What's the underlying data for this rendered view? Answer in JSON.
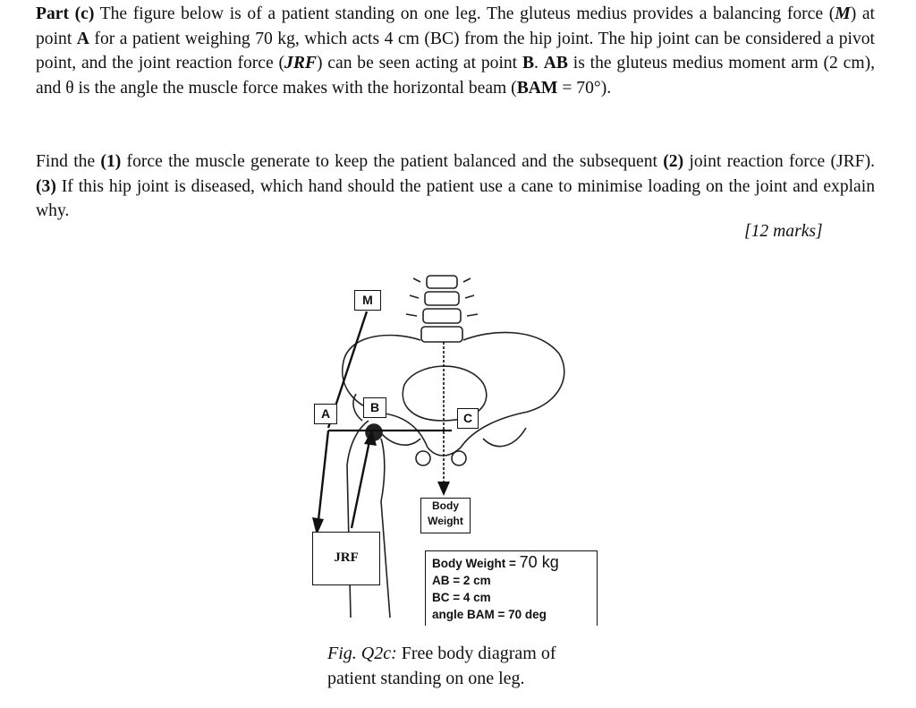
{
  "question": {
    "para1": [
      {
        "t": "Part (c)",
        "b": true
      },
      {
        "t": " The figure below is of a patient standing on one leg. The gluteus medius provides a balancing force ("
      },
      {
        "t": "M",
        "b": true,
        "i": true
      },
      {
        "t": ") at point "
      },
      {
        "t": "A",
        "b": true
      },
      {
        "t": " for a patient weighing 70 kg, which acts 4 cm (BC) from the hip joint. The hip joint can be considered a pivot point, and the joint reaction force ("
      },
      {
        "t": "JRF",
        "b": true,
        "i": true
      },
      {
        "t": ") can be seen acting at point "
      },
      {
        "t": "B",
        "b": true
      },
      {
        "t": ". "
      },
      {
        "t": "AB",
        "b": true
      },
      {
        "t": " is the gluteus medius moment arm (2 cm), and θ is the angle the muscle force makes with the horizontal beam ("
      },
      {
        "t": "BAM",
        "b": true
      },
      {
        "t": " = 70°)."
      }
    ],
    "para2": [
      {
        "t": "Find the "
      },
      {
        "t": "(1)",
        "b": true
      },
      {
        "t": " force the muscle generate to keep the patient balanced and the subsequent "
      },
      {
        "t": "(2)",
        "b": true
      },
      {
        "t": " joint reaction force (JRF). "
      },
      {
        "t": "(3)",
        "b": true
      },
      {
        "t": " If this hip joint is diseased, which hand should the patient use a cane to minimise loading on the joint and explain why."
      }
    ],
    "marks": "[12 marks]"
  },
  "figure": {
    "label_m": "M",
    "label_a": "A",
    "label_b": "B",
    "label_c": "C",
    "body_weight_label": [
      "Body",
      "Weight"
    ],
    "jrf_label": "JRF",
    "data_box": {
      "line1_label": "Body Weight",
      "line1_eq": "=",
      "line1_value": "70 kg",
      "line2": "AB = 2 cm",
      "line3": "BC = 4 cm",
      "line4": "angle BAM = 70 deg"
    },
    "caption_italic": "Fig. Q2c:",
    "caption_rest": " Free body diagram of",
    "caption_line2": "patient standing on one leg."
  }
}
